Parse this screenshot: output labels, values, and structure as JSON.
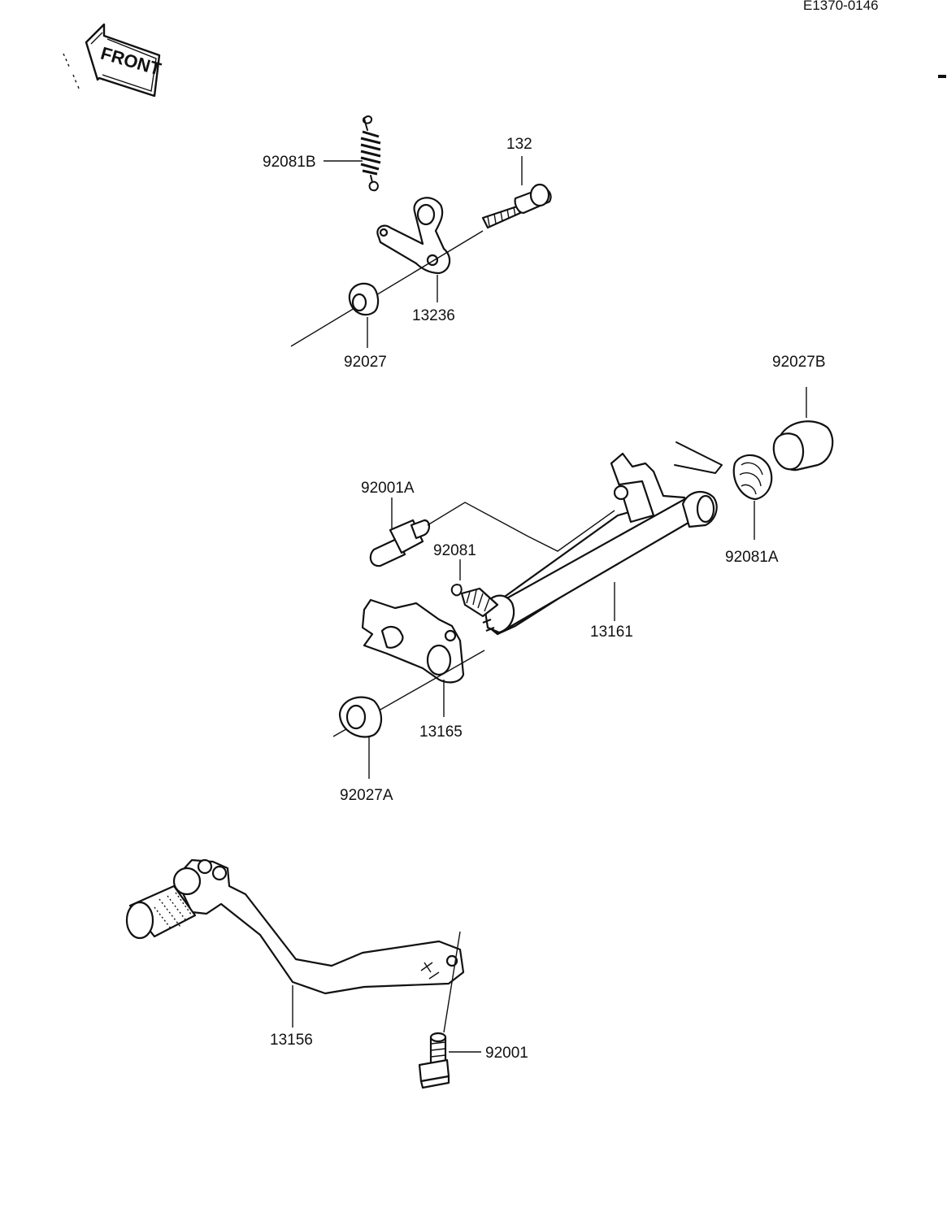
{
  "diagram_code": "E1370-0146",
  "front_arrow": {
    "label": "FRONT",
    "icon": "front-direction-arrow-icon"
  },
  "callouts": {
    "spring_92081B": "92081B",
    "bolt_132": "132",
    "lever_13236": "13236",
    "collar_92027": "92027",
    "collar_92027B": "92027B",
    "pin_92001A": "92001A",
    "spring_92081": "92081",
    "spring_92081A": "92081A",
    "shaft_13161": "13161",
    "arm_13165": "13165",
    "collar_92027A": "92027A",
    "pedal_13156": "13156",
    "bolt_92001": "92001"
  }
}
